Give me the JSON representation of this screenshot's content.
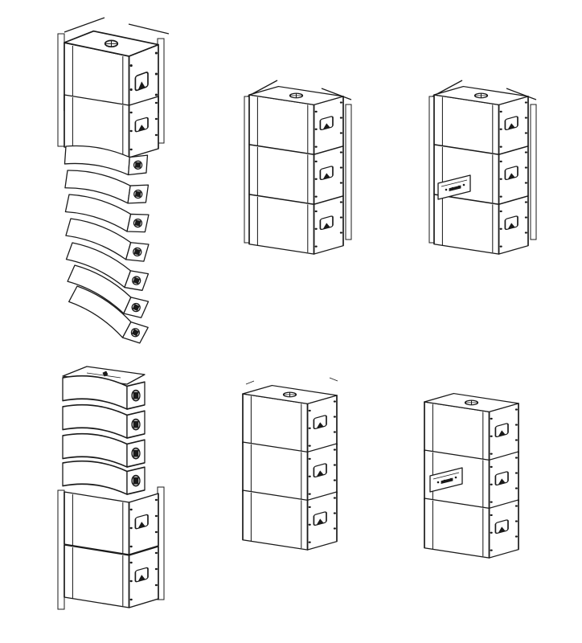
{
  "figure": {
    "arrangements": [
      {
        "id": "a1",
        "description_icon": "line-array-hung-below-subwoofers"
      },
      {
        "id": "a2",
        "description_icon": "three-stacked-subwoofers-flown"
      },
      {
        "id": "a3",
        "description_icon": "three-stacked-subwoofers-with-amp-panel"
      },
      {
        "id": "a4",
        "description_icon": "line-array-ground-stacked-on-subwoofers"
      },
      {
        "id": "a5",
        "description_icon": "three-stacked-subwoofers-ground"
      },
      {
        "id": "a6",
        "description_icon": "three-stacked-subwoofers-ground-with-amp-panel"
      }
    ]
  }
}
